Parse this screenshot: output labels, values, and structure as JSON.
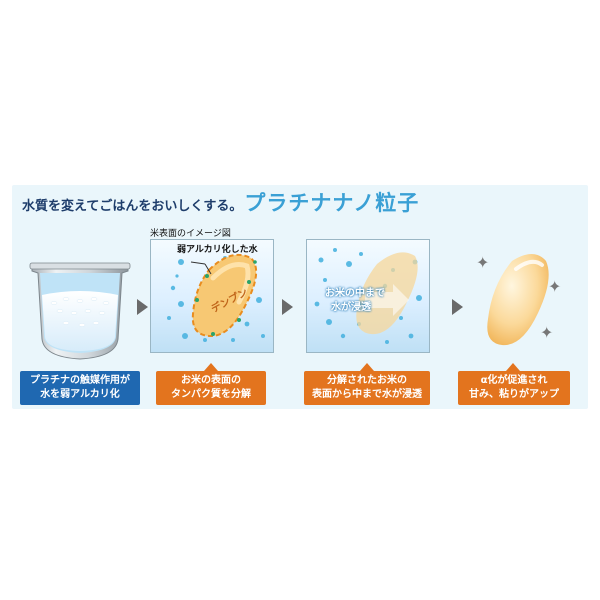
{
  "headline": {
    "lead": "水質を変えてごはんをおいしくする。",
    "brand": "プラチナナノ粒子"
  },
  "step1": {
    "caption": [
      "プラチナの触媒作用が",
      "水を弱アルカリ化"
    ]
  },
  "step2": {
    "image_title": "米表面のイメージ図",
    "water_label": "弱アルカリ化した水",
    "grain_label": "デンプン",
    "caption": [
      "お米の表面の",
      "タンパク質を分解"
    ]
  },
  "step3": {
    "arrow_label": [
      "お米の中まで",
      "水が浸透"
    ],
    "caption": [
      "分解されたお米の",
      "表面から中まで水が浸透"
    ]
  },
  "step4": {
    "caption": [
      "α化が促進され",
      "甘み、粘りがアップ"
    ]
  },
  "icons": [
    "rice-cooker-pot-icon",
    "arrow-right-icon",
    "water-bubble-icon",
    "sparkle-icon",
    "rice-grain-icon"
  ],
  "colors": {
    "panel": "#eaf6fb",
    "headline_lead": "#1e3d6b",
    "headline_brand": "#3aa0d5",
    "caption_blue": "#1f68b1",
    "caption_orange": "#e3741e",
    "grain": "#f7c873",
    "bubble": "#4bb4e0"
  }
}
